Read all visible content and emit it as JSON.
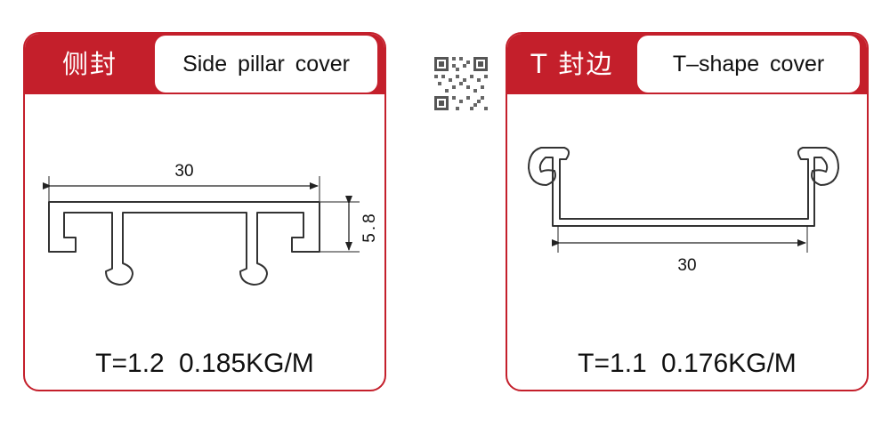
{
  "left_card": {
    "cn_title": "侧封",
    "en_title": "Side  pillar  cover",
    "width_label": "30",
    "height_label": "5.8",
    "spec": "T=1.2   0.185KG/M"
  },
  "right_card": {
    "cn_title": "T 封边",
    "en_title": "T–shape cover",
    "width_label": "30",
    "spec": "T=1.1   0.176KG/M"
  },
  "colors": {
    "accent": "#c41f2b",
    "line": "#333333"
  },
  "icons": {
    "qr": "qr-code-icon"
  }
}
